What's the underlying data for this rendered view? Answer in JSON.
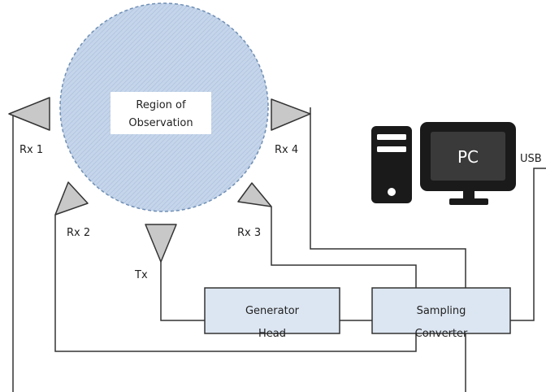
{
  "region": {
    "line1": "Region of",
    "line2": "Observation"
  },
  "antennas": {
    "rx1": "Rx 1",
    "rx2": "Rx 2",
    "rx3": "Rx 3",
    "rx4": "Rx 4",
    "tx": "Tx"
  },
  "generator": {
    "line1": "Generator",
    "line2": "Head"
  },
  "sampler": {
    "line1": "Sampling",
    "line2": "Converter"
  },
  "pc": {
    "label": "PC",
    "connection": "USB"
  },
  "colors": {
    "region_fill": "#c5d5ea",
    "region_stroke": "#6f8fb5",
    "box_fill": "#dce6f2",
    "antenna_fill": "#c8c8c8",
    "line": "#333333",
    "pc_body": "#1a1a1a"
  }
}
